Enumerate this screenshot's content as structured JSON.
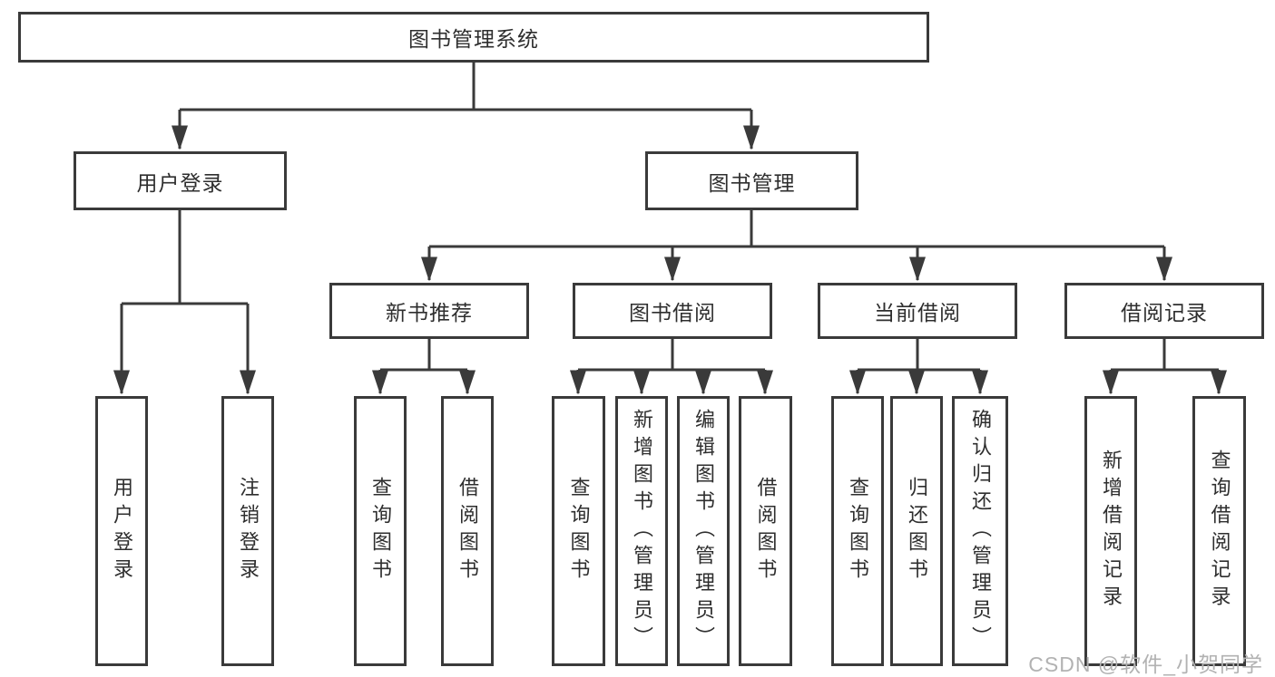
{
  "diagram": {
    "root": {
      "label": "图书管理系统"
    },
    "branches": {
      "user_login": {
        "label": "用户登录"
      },
      "book_mgmt": {
        "label": "图书管理"
      }
    },
    "modules": {
      "new_books": {
        "label": "新书推荐"
      },
      "book_borrow": {
        "label": "图书借阅"
      },
      "current_borrow": {
        "label": "当前借阅"
      },
      "borrow_records": {
        "label": "借阅记录"
      }
    },
    "leaves": {
      "user_login_login": {
        "label": "用户登录"
      },
      "user_login_logout": {
        "label": "注销登录"
      },
      "new_books_query": {
        "label": "查询图书"
      },
      "new_books_borrow": {
        "label": "借阅图书"
      },
      "book_borrow_query": {
        "label": "查询图书"
      },
      "book_borrow_add": {
        "label": "新增图书（管理员）"
      },
      "book_borrow_edit": {
        "label": "编辑图书（管理员）"
      },
      "book_borrow_borrow": {
        "label": "借阅图书"
      },
      "current_query": {
        "label": "查询图书"
      },
      "current_return": {
        "label": "归还图书"
      },
      "current_confirm": {
        "label": "确认归还（管理员）"
      },
      "records_add": {
        "label": "新增借阅记录"
      },
      "records_query": {
        "label": "查询借阅记录"
      }
    },
    "colors": {
      "line": "#3a3a3a",
      "text": "#2e2e2e",
      "watermark": "#b2b2b2"
    }
  },
  "watermark": {
    "text": "CSDN @软件_小贺同学"
  }
}
